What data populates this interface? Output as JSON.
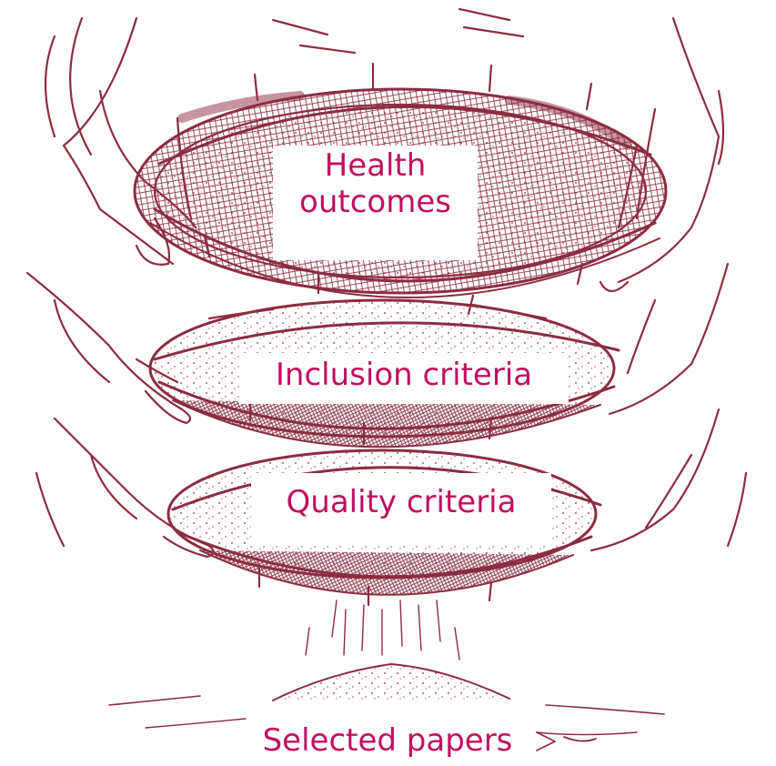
{
  "colors": {
    "ink": "#8b2c42",
    "label_text": "#c0105f",
    "label_background": "#ffffff"
  },
  "labels": {
    "health_line1": "Health",
    "health_line2": "outcomes",
    "inclusion": "Inclusion criteria",
    "quality": "Quality criteria",
    "selected": "Selected papers"
  },
  "illustration": {
    "subject": "hands holding three stacked sieves sifting grains into a pile",
    "sieve_count": 3
  }
}
